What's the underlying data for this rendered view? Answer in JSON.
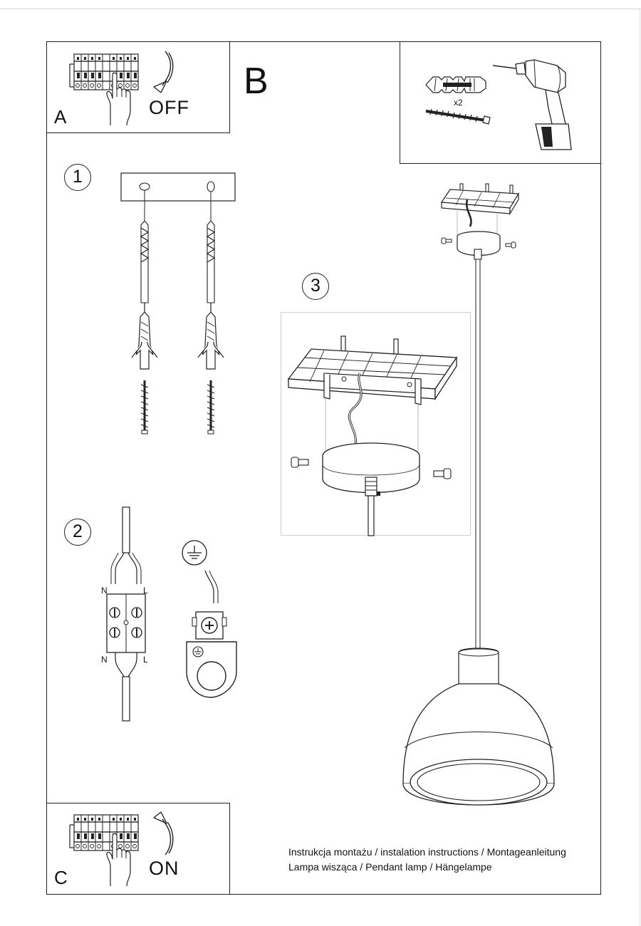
{
  "sections": {
    "a": {
      "letter": "A",
      "switch_label": "OFF"
    },
    "b": {
      "letter": "B"
    },
    "c": {
      "letter": "C",
      "switch_label": "ON"
    }
  },
  "tools": {
    "quantity": "x2"
  },
  "steps": [
    "1",
    "2",
    "3"
  ],
  "wiring": {
    "neutral": "N",
    "live": "L"
  },
  "caption": {
    "line1": "Instrukcja montażu / instalation instructions / Montageanleitung",
    "line2": "Lampa wisząca / Pendant lamp / Hängelampe"
  },
  "icons": [
    "breaker-panel-icon",
    "hand-icon",
    "arrow-down-icon",
    "arrow-up-icon",
    "wall-plug-icon",
    "screw-icon",
    "drill-icon",
    "ground-symbol-icon",
    "terminal-block-icon",
    "ceiling-plate-icon",
    "pendant-lamp-icon"
  ],
  "colors": {
    "line": "#222222",
    "frame": "#222222",
    "light_border": "#cfcfcf"
  }
}
